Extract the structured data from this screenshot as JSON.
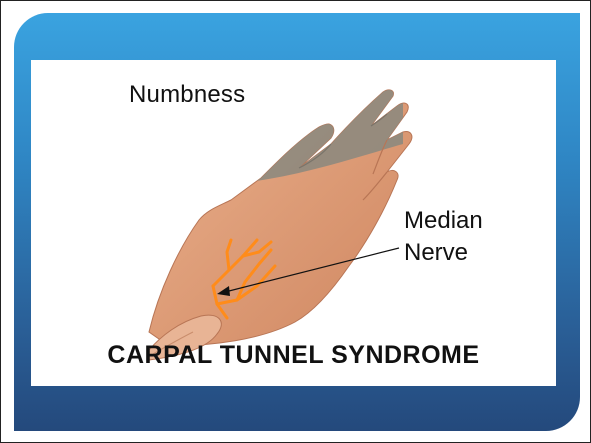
{
  "labels": {
    "numbness": "Numbness",
    "median_line1": "Median",
    "median_line2": "Nerve"
  },
  "title": "CARPAL TUNNEL SYNDROME",
  "colors": {
    "panel_top": "#3aa3e0",
    "panel_bottom": "#24497c",
    "skin": "#e3a07c",
    "numb_zone": "#8f8a7e",
    "nerve": "#ff8c1a"
  },
  "icons": {
    "hand": "hand-illustration",
    "arrow": "pointer-arrow"
  }
}
